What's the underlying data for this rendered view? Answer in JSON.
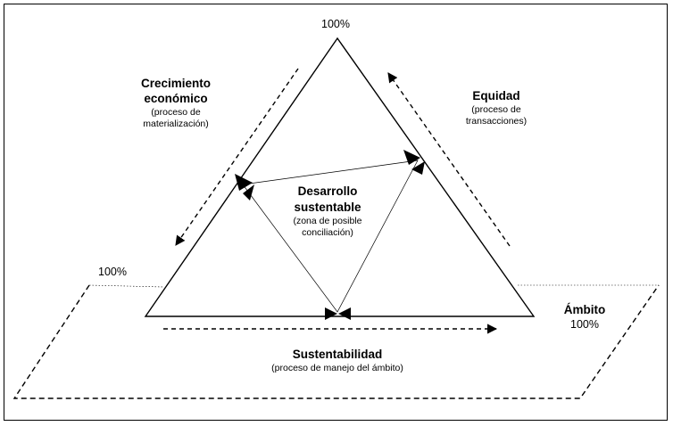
{
  "top_label": "100%",
  "left_label": "100%",
  "growth": {
    "title_line1": "Crecimiento",
    "title_line2": "económico",
    "sub_line1": "(proceso de",
    "sub_line2": "materialización)"
  },
  "equity": {
    "title": "Equidad",
    "sub_line1": "(proceso de",
    "sub_line2": "transacciones)"
  },
  "center": {
    "title_line1": "Desarrollo",
    "title_line2": "sustentable",
    "sub_line1": "(zona de posible",
    "sub_line2": "conciliación)"
  },
  "scope": {
    "title": "Ámbito",
    "value": "100%"
  },
  "sustainability": {
    "title": "Sustentabilidad",
    "sub": "(proceso de manejo del ámbito)"
  }
}
